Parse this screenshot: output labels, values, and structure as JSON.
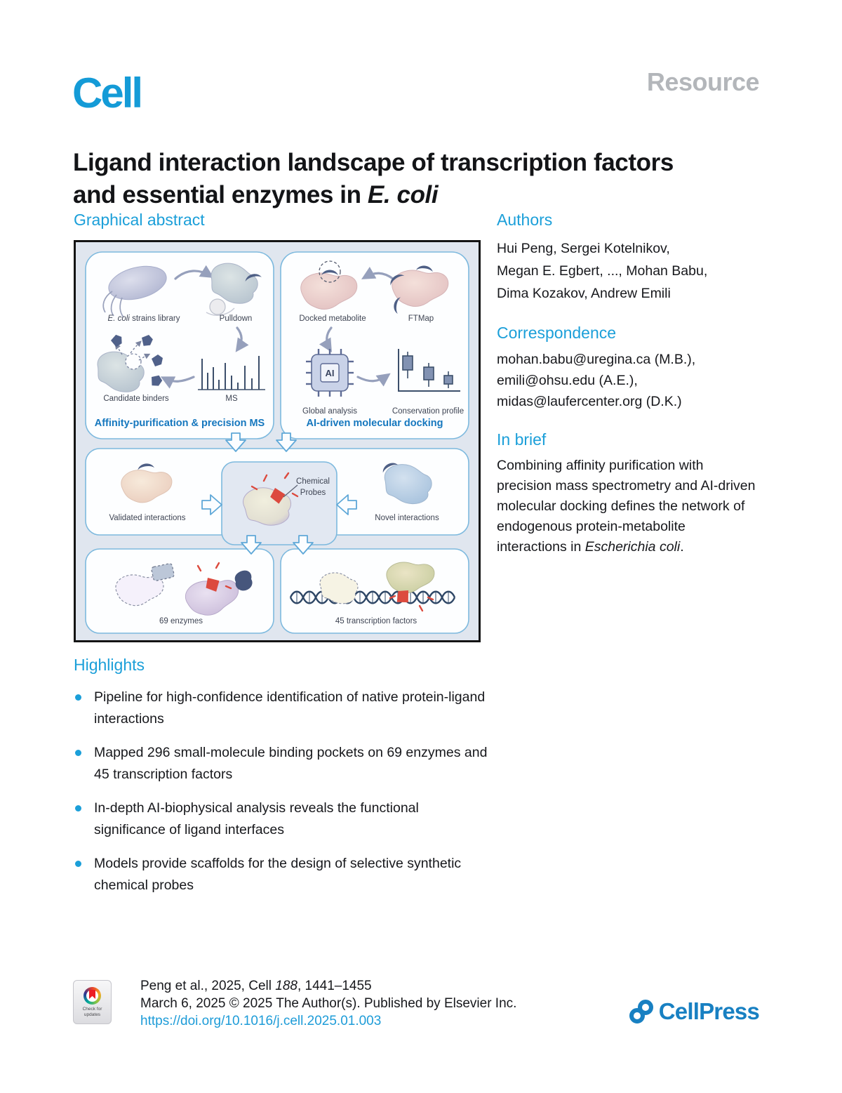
{
  "colors": {
    "accent_blue": "#1B9FD9",
    "logo_blue": "#149BD7",
    "figure_title_blue": "#1577BE",
    "link_blue": "#1E9CD8",
    "resource_gray": "#B3B6BA",
    "figure_background": "#E0E6EF",
    "probe_red": "#DC4A3E"
  },
  "header": {
    "journal_logo": "Cell",
    "article_type": "Resource"
  },
  "title": {
    "line1": "Ligand interaction landscape of transcription factors",
    "line2_prefix": "and essential enzymes in ",
    "line2_italic": "E. coli"
  },
  "graphical_abstract": {
    "heading": "Graphical abstract",
    "affinity_panel": {
      "ecoli_italic": "E. coli",
      "ecoli_rest": " strains library",
      "pulldown": "Pulldown",
      "candidate_binders": "Candidate binders",
      "ms": "MS",
      "title": "Affinity-purification & precision MS"
    },
    "docking_panel": {
      "docked_metabolite": "Docked metabolite",
      "ftmap": "FTMap",
      "ai_chip": "AI",
      "global_analysis": "Global analysis",
      "conservation_profile": "Conservation profile",
      "title": "AI-driven molecular docking"
    },
    "middle_panel": {
      "validated": "Validated interactions",
      "probes_line1": "Chemical",
      "probes_line2": "Probes",
      "novel": "Novel interactions"
    },
    "bottom_panels": {
      "enzymes": "69 enzymes",
      "tfs": "45 transcription factors"
    }
  },
  "authors": {
    "heading": "Authors",
    "lines": [
      "Hui Peng, Sergei Kotelnikov,",
      "Megan E. Egbert, ..., Mohan Babu,",
      "Dima Kozakov, Andrew Emili"
    ]
  },
  "correspondence": {
    "heading": "Correspondence",
    "lines": [
      "mohan.babu@uregina.ca (M.B.),",
      "emili@ohsu.edu (A.E.),",
      "midas@laufercenter.org (D.K.)"
    ]
  },
  "in_brief": {
    "heading": "In brief",
    "text": "Combining affinity purification with precision mass spectrometry and AI-driven molecular docking defines the network of endogenous protein-metabolite interactions in ",
    "italic": "Escherichia coli",
    "end": "."
  },
  "highlights": {
    "heading": "Highlights",
    "items": [
      "Pipeline for high-confidence identification of native protein-ligand interactions",
      "Mapped 296 small-molecule binding pockets on 69 enzymes and 45 transcription factors",
      "In-depth AI-biophysical analysis reveals the functional significance of ligand interfaces",
      "Models provide scaffolds for the design of selective synthetic chemical probes"
    ]
  },
  "footer": {
    "citation_prefix": "Peng et al., 2025, Cell ",
    "citation_volume": "188",
    "citation_suffix": ", 1441–1455",
    "copyright_line": "March 6, 2025 © 2025 The Author(s). Published by Elsevier Inc.",
    "doi": "https://doi.org/10.1016/j.cell.2025.01.003",
    "update_badge_line1": "Check for",
    "update_badge_line2": "updates",
    "publisher": "CellPress"
  }
}
